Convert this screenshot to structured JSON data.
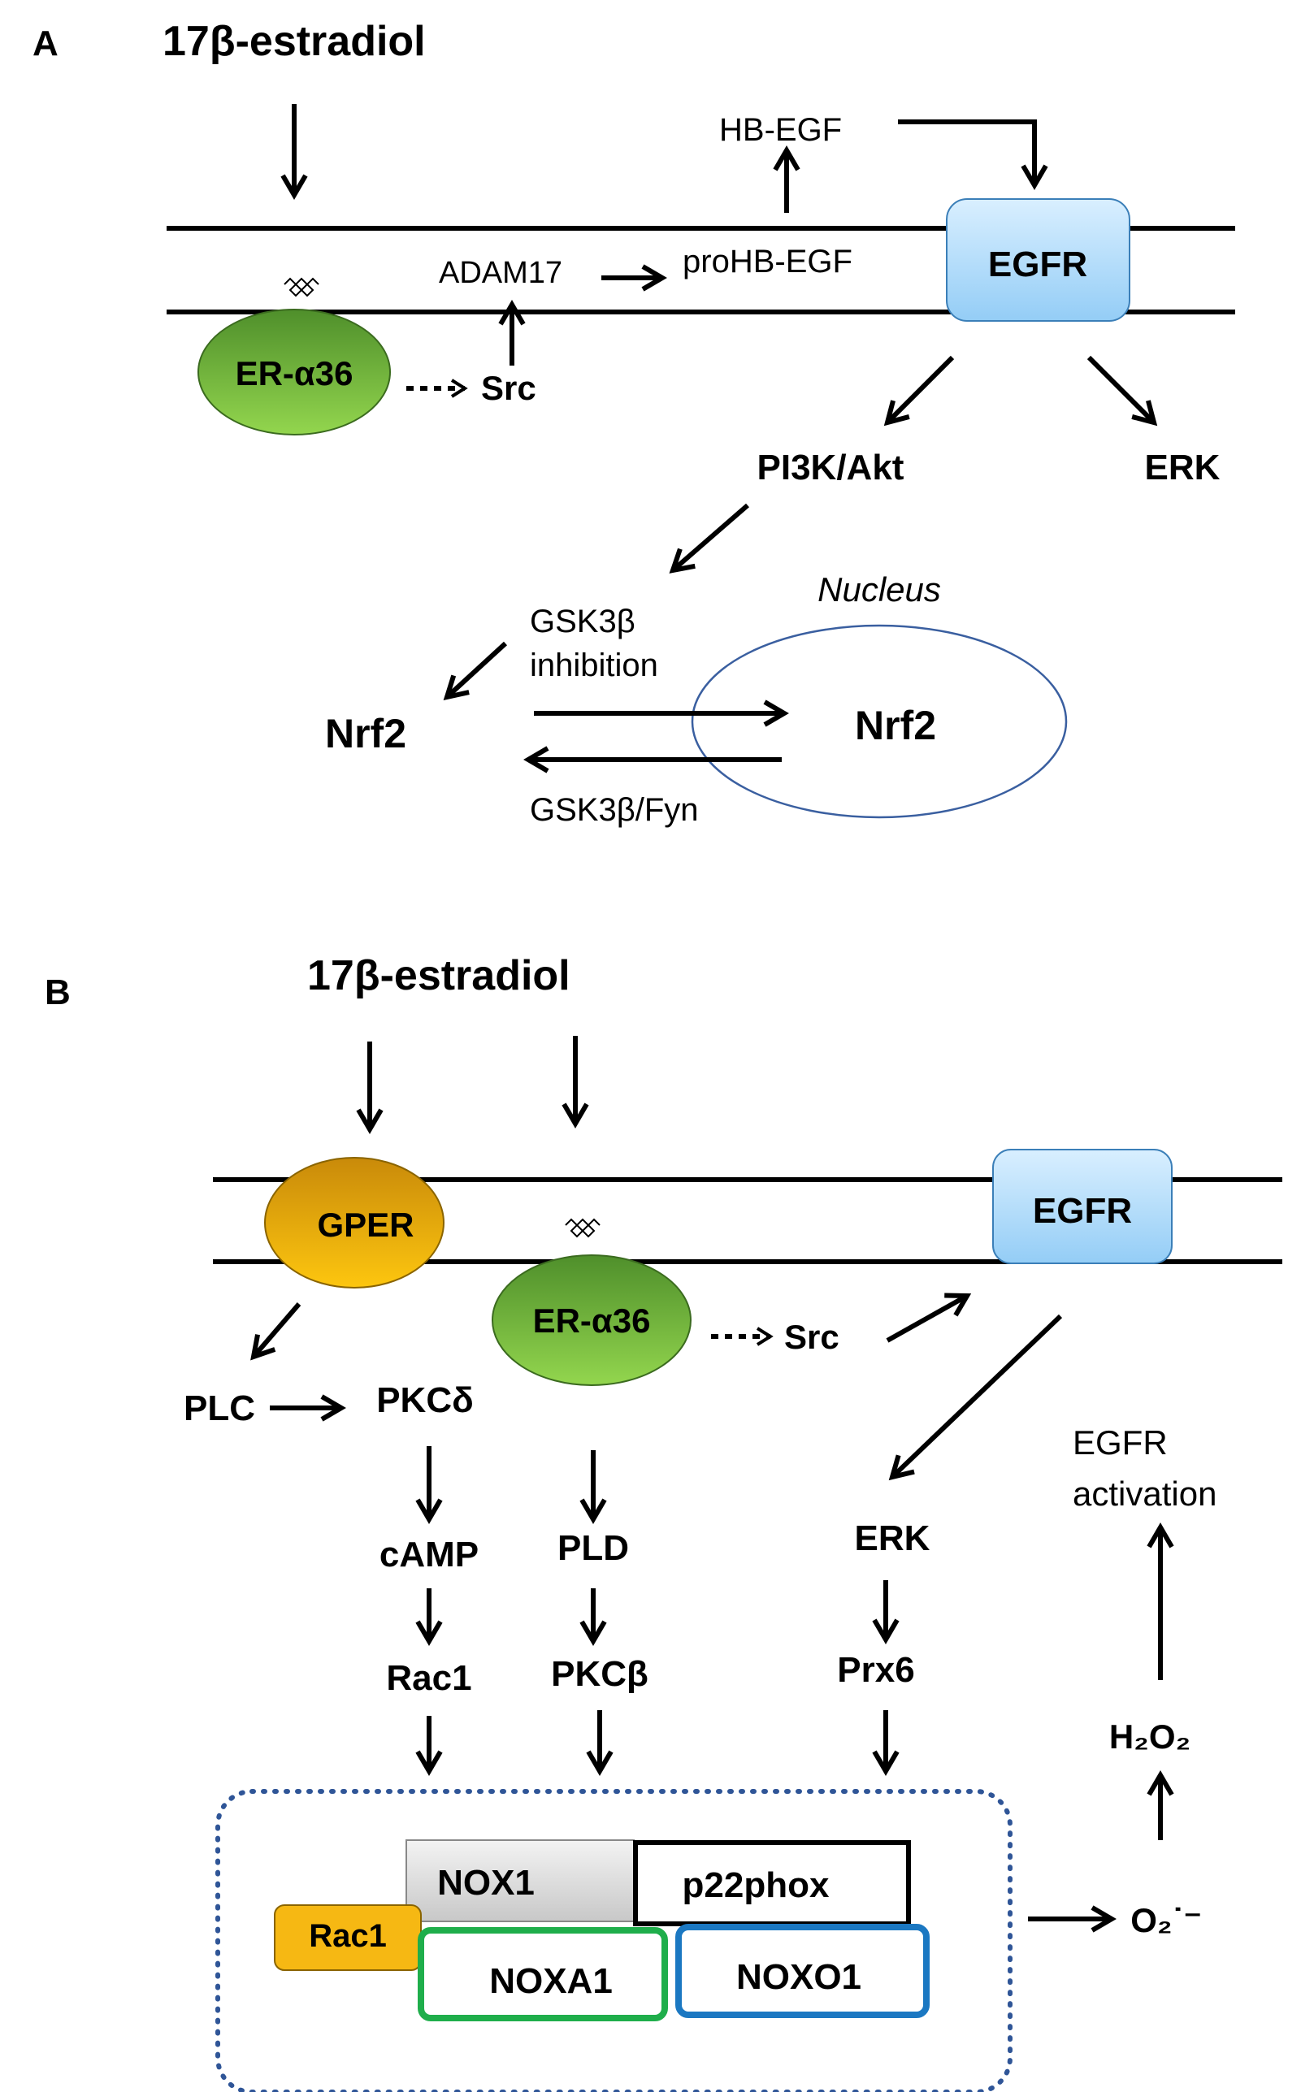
{
  "panel_a": {
    "letter": "A",
    "ligand": "17β-estradiol",
    "hb_egf": "HB-EGF",
    "adam17": "ADAM17",
    "prohb_egf": "proHB-EGF",
    "egfr": "EGFR",
    "er_a36": "ER-α36",
    "src": "Src",
    "pi3k_akt": "PI3K/Akt",
    "erk": "ERK",
    "nucleus": "Nucleus",
    "gsk_line1": "GSK3β",
    "gsk_line2": "inhibition",
    "nrf2_cyto": "Nrf2",
    "nrf2_nuc": "Nrf2",
    "gsk_fyn": "GSK3β/Fyn"
  },
  "panel_b": {
    "letter": "B",
    "ligand": "17β-estradiol",
    "gper": "GPER",
    "egfr": "EGFR",
    "er_a36": "ER-α36",
    "src": "Src",
    "plc": "PLC",
    "pkc_delta": "PKCδ",
    "camp": "cAMP",
    "rac1": "Rac1",
    "pld": "PLD",
    "pkc_beta": "PKCβ",
    "erk": "ERK",
    "prx6": "Prx6",
    "egfr_act_line1": "EGFR",
    "egfr_act_line2": "activation",
    "h2o2": "H₂O₂",
    "superoxide": "O₂˙⁻",
    "nox1": "NOX1",
    "p22phox": "p22phox",
    "rac1_box": "Rac1",
    "noxa1": "NOXA1",
    "noxo1": "NOXO1"
  },
  "colors": {
    "er_a36_green": "#6fb43a",
    "gper_orange": "#e3a81c",
    "egfr_blue": "#bfe2fb",
    "rac1_yellow": "#f6b813",
    "noxa1_green": "#1fae4b",
    "noxo1_blue": "#1b78c2",
    "dotted_border": "#2f5597",
    "nucleus_border": "#3a5fa0"
  }
}
